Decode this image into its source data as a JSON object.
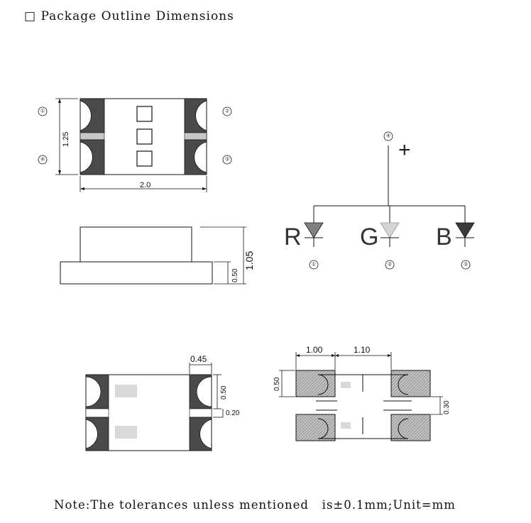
{
  "title": "□ Package Outline Dimensions",
  "note": "Note:The tolerances unless mentioned   is±0.1mm;Unit=mm",
  "top_view": {
    "pins": [
      "①",
      "②",
      "③",
      "④"
    ],
    "dim_height": "1.25",
    "dim_width": "2.0"
  },
  "side_view": {
    "dim_total_height": "1.05",
    "dim_base_height": "0.50"
  },
  "schematic": {
    "common_pin": "④",
    "common_sign": "+",
    "diodes": [
      {
        "label": "R",
        "pin": "①",
        "color": "#808080"
      },
      {
        "label": "G",
        "pin": "②",
        "color": "#d4d4d4"
      },
      {
        "label": "B",
        "pin": "③",
        "color": "#3a3a3a"
      }
    ]
  },
  "bottom_view": {
    "dim_pad_width": "0.45",
    "dim_pad_height": "0.50",
    "dim_gap": "0.20"
  },
  "pad_layout": {
    "dim_pad_length": "1.00",
    "dim_pad_gap": "1.10",
    "dim_pad_height": "0.50",
    "dim_pad_spacing": "0.30"
  },
  "colors": {
    "pad_dark": "#4a4a4a",
    "pad_hatch": "#b8b8b8",
    "window_gray": "#d9d9d9"
  }
}
